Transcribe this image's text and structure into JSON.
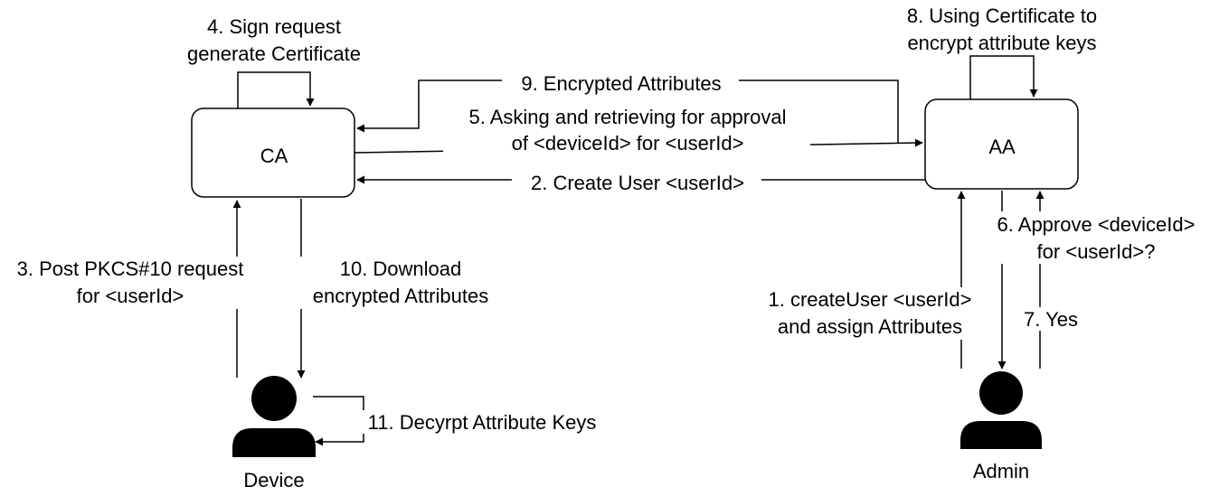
{
  "nodes": {
    "ca": {
      "label": "CA"
    },
    "aa": {
      "label": "AA"
    }
  },
  "actors": {
    "device": {
      "label": "Device"
    },
    "admin": {
      "label": "Admin"
    }
  },
  "steps": {
    "s1": {
      "lines": [
        "1. createUser <userId>",
        "and assign Attributes"
      ]
    },
    "s2": {
      "lines": [
        "2. Create User <userId>"
      ]
    },
    "s3": {
      "lines": [
        "3. Post PKCS#10 request",
        "for <userId>"
      ]
    },
    "s4": {
      "lines": [
        "4. Sign request",
        "generate Certificate"
      ]
    },
    "s5": {
      "lines": [
        "5. Asking and retrieving for approval",
        "of <deviceId> for <userId>"
      ]
    },
    "s6": {
      "lines": [
        "6. Approve <deviceId>",
        "for <userId>?"
      ]
    },
    "s7": {
      "lines": [
        "7. Yes"
      ]
    },
    "s8": {
      "lines": [
        "8. Using Certificate to",
        "encrypt attribute keys"
      ]
    },
    "s9": {
      "lines": [
        "9. Encrypted Attributes"
      ]
    },
    "s10": {
      "lines": [
        "10. Download",
        "encrypted Attributes"
      ]
    },
    "s11": {
      "lines": [
        "11. Decyrpt Attribute Keys"
      ]
    }
  }
}
